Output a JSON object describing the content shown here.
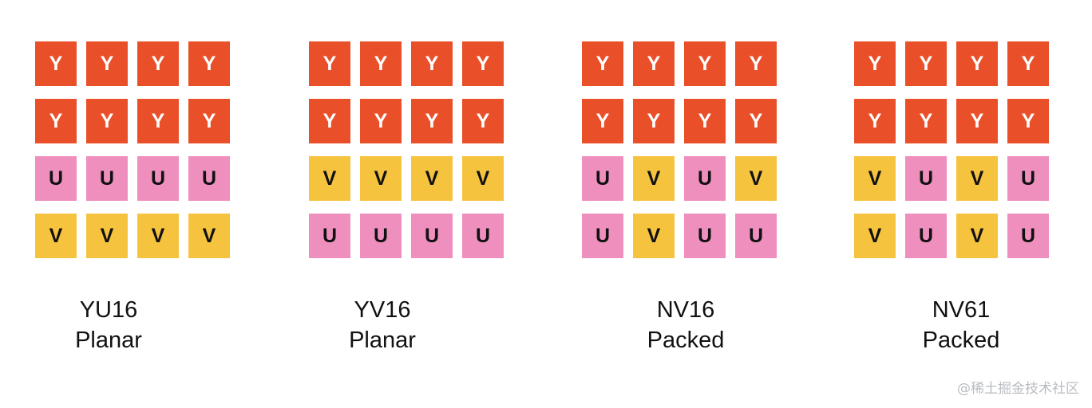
{
  "formats": [
    {
      "name": "YU16",
      "kind": "Planar",
      "rows": [
        [
          "Y",
          "Y",
          "Y",
          "Y"
        ],
        [
          "Y",
          "Y",
          "Y",
          "Y"
        ],
        [
          "U",
          "U",
          "U",
          "U"
        ],
        [
          "V",
          "V",
          "V",
          "V"
        ]
      ]
    },
    {
      "name": "YV16",
      "kind": "Planar",
      "rows": [
        [
          "Y",
          "Y",
          "Y",
          "Y"
        ],
        [
          "Y",
          "Y",
          "Y",
          "Y"
        ],
        [
          "V",
          "V",
          "V",
          "V"
        ],
        [
          "U",
          "U",
          "U",
          "U"
        ]
      ]
    },
    {
      "name": "NV16",
      "kind": "Packed",
      "rows": [
        [
          "Y",
          "Y",
          "Y",
          "Y"
        ],
        [
          "Y",
          "Y",
          "Y",
          "Y"
        ],
        [
          "U",
          "V",
          "U",
          "V"
        ],
        [
          "U",
          "V",
          "U",
          "U"
        ]
      ]
    },
    {
      "name": "NV61",
      "kind": "Packed",
      "rows": [
        [
          "Y",
          "Y",
          "Y",
          "Y"
        ],
        [
          "Y",
          "Y",
          "Y",
          "Y"
        ],
        [
          "V",
          "U",
          "V",
          "U"
        ],
        [
          "V",
          "U",
          "V",
          "U"
        ]
      ]
    }
  ],
  "colors": {
    "Y": "#e9502a",
    "U": "#ef8fbe",
    "V": "#f5c33e"
  },
  "watermark": "@稀土掘金技术社区"
}
